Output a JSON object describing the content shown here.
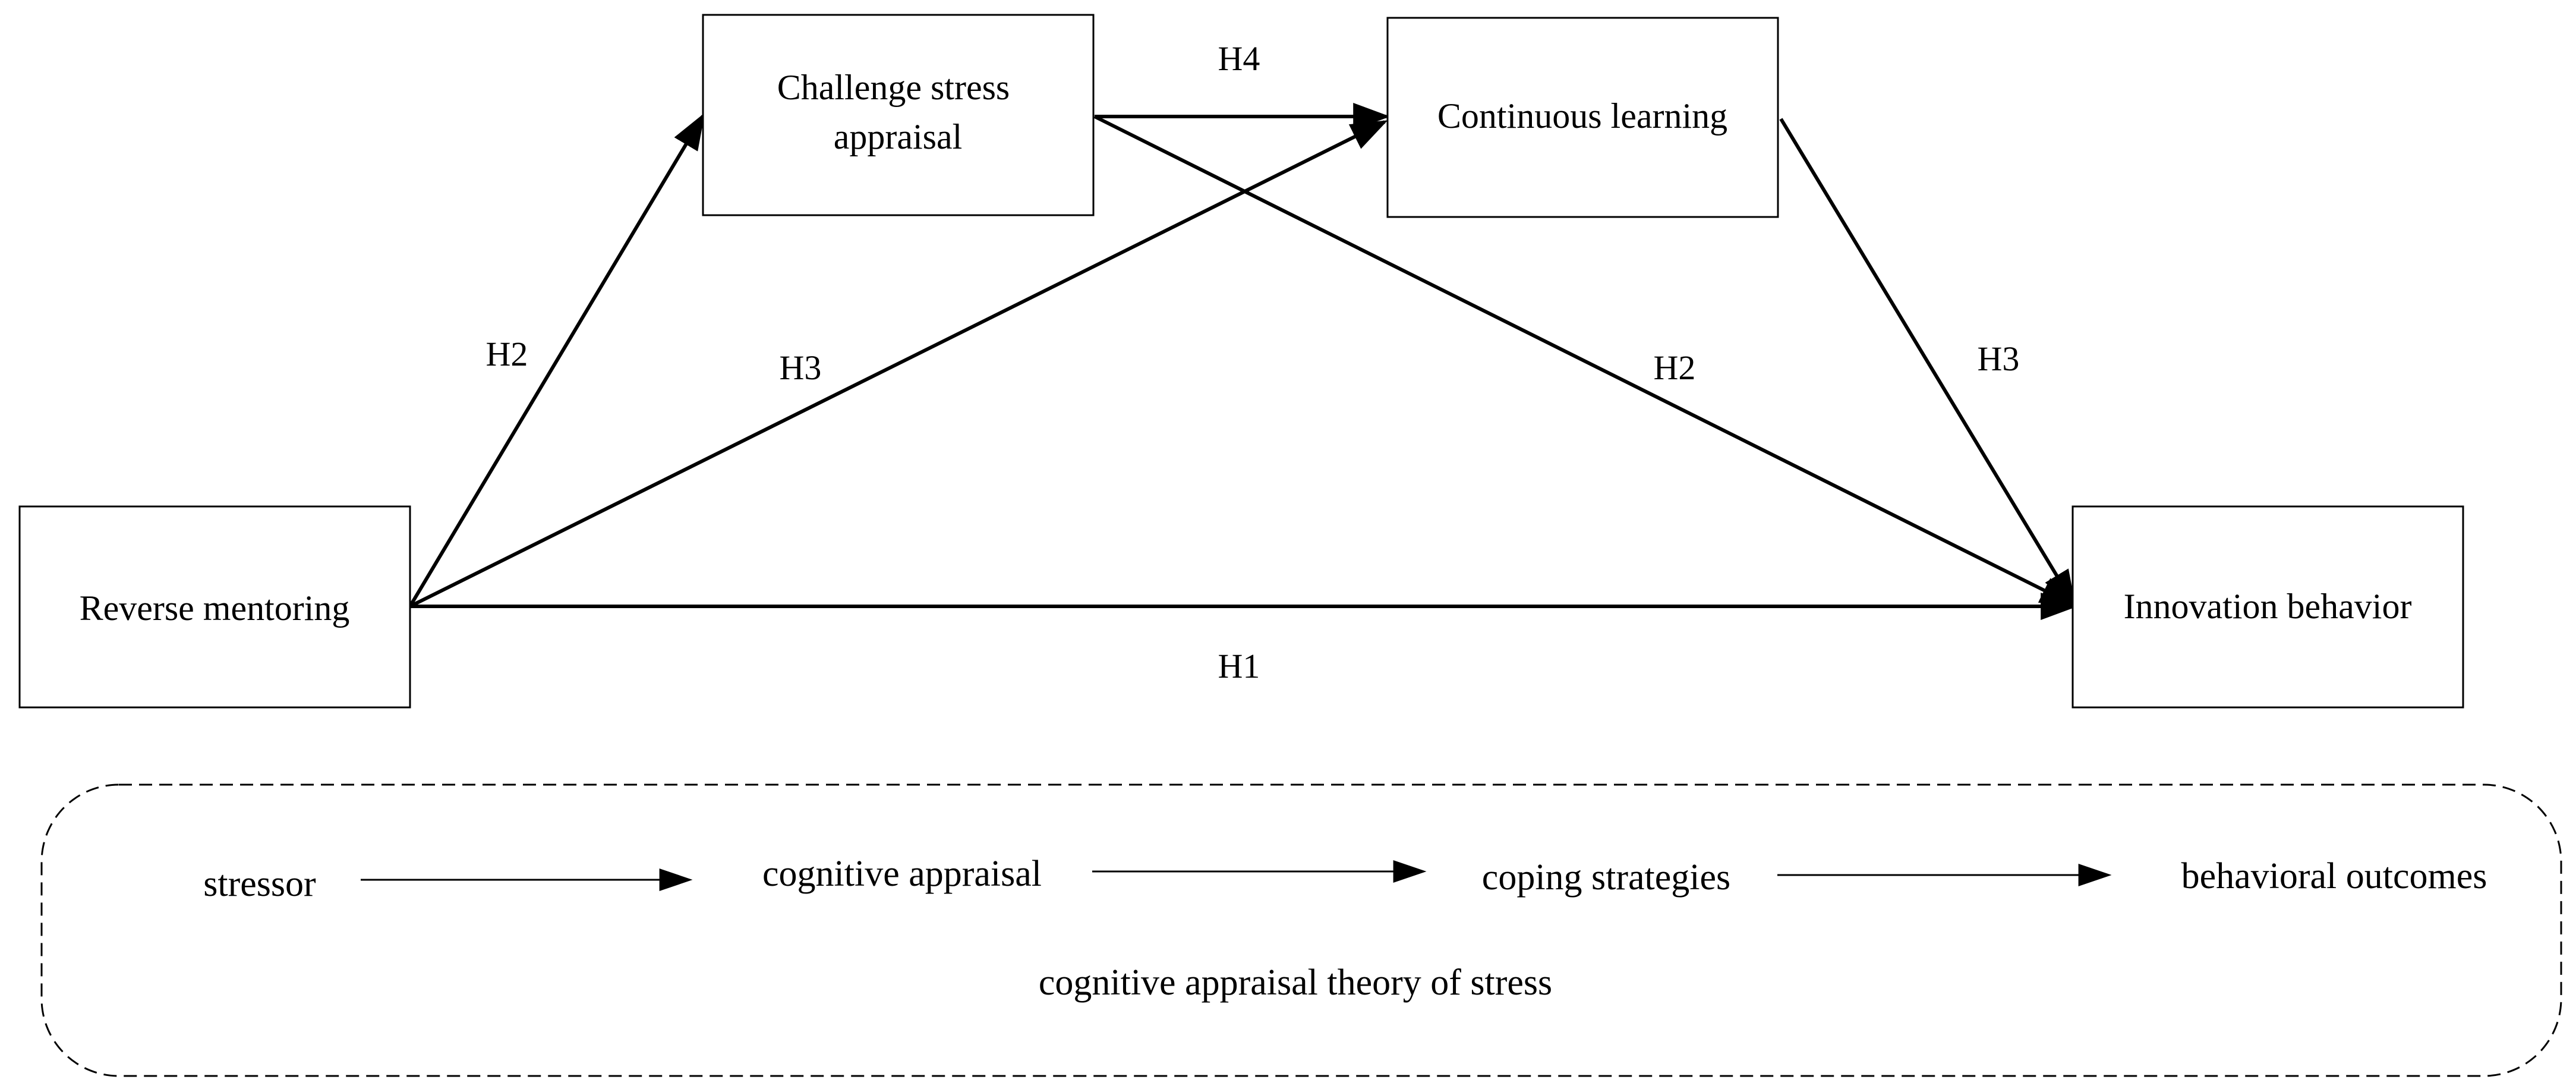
{
  "nodes": {
    "reverse_mentoring": "Reverse mentoring",
    "challenge_stress_appraisal": [
      "Challenge stress",
      "appraisal"
    ],
    "continuous_learning": "Continuous learning",
    "innovation_behavior": "Innovation behavior"
  },
  "hypotheses": {
    "rm_to_ib": "H1",
    "rm_to_csa": "H2",
    "csa_to_ib": "H2",
    "rm_to_cl": "H3",
    "cl_to_ib": "H3",
    "csa_to_cl": "H4"
  },
  "theory": {
    "steps": [
      "stressor",
      "cognitive appraisal",
      "coping strategies",
      "behavioral outcomes"
    ],
    "title": "cognitive appraisal theory of stress"
  }
}
